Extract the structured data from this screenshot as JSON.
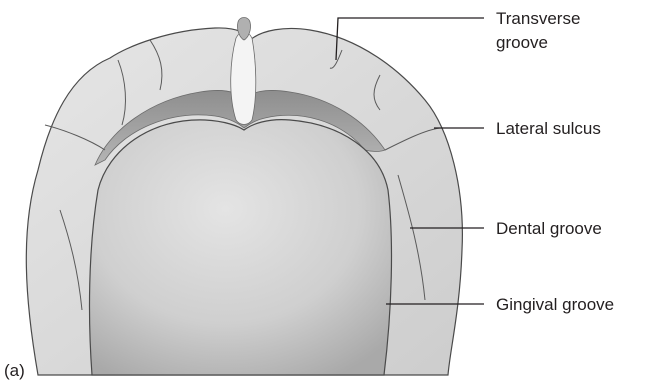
{
  "figure": {
    "panel_label": "(a)",
    "labels": {
      "transverse_groove_line1": "Transverse",
      "transverse_groove_line2": "groove",
      "lateral_sulcus": "Lateral sulcus",
      "dental_groove": "Dental groove",
      "gingival_groove": "Gingival groove"
    },
    "colors": {
      "gum_fill": "#d9d9d9",
      "gum_shadow": "#9a9a9a",
      "palate_fill": "#c8c8c8",
      "outline": "#4a4a4a",
      "text": "#231f20"
    }
  }
}
